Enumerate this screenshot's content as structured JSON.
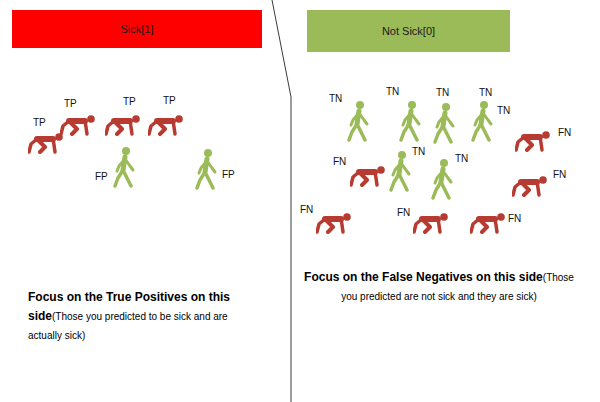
{
  "diagram": {
    "nodes": [
      {
        "text": [
          "Sick[1]"
        ]
      },
      {
        "text": [
          "Not Sick[0]"
        ]
      }
    ],
    "labels": [
      "TP",
      "TP",
      "TP",
      "TP",
      "FP",
      "FP",
      "TN",
      "TN",
      "TN",
      "TN",
      "TN",
      "FN",
      "FN",
      "TN",
      "TN",
      "FN",
      "FN",
      "FN",
      "FN",
      "Focus on the True Positives on this side",
      "(Those you predicted to be sick and are actually sick)",
      "Focus on the False Negatives on this side",
      "(Those you predicted are not sick and they are sick)"
    ]
  }
}
